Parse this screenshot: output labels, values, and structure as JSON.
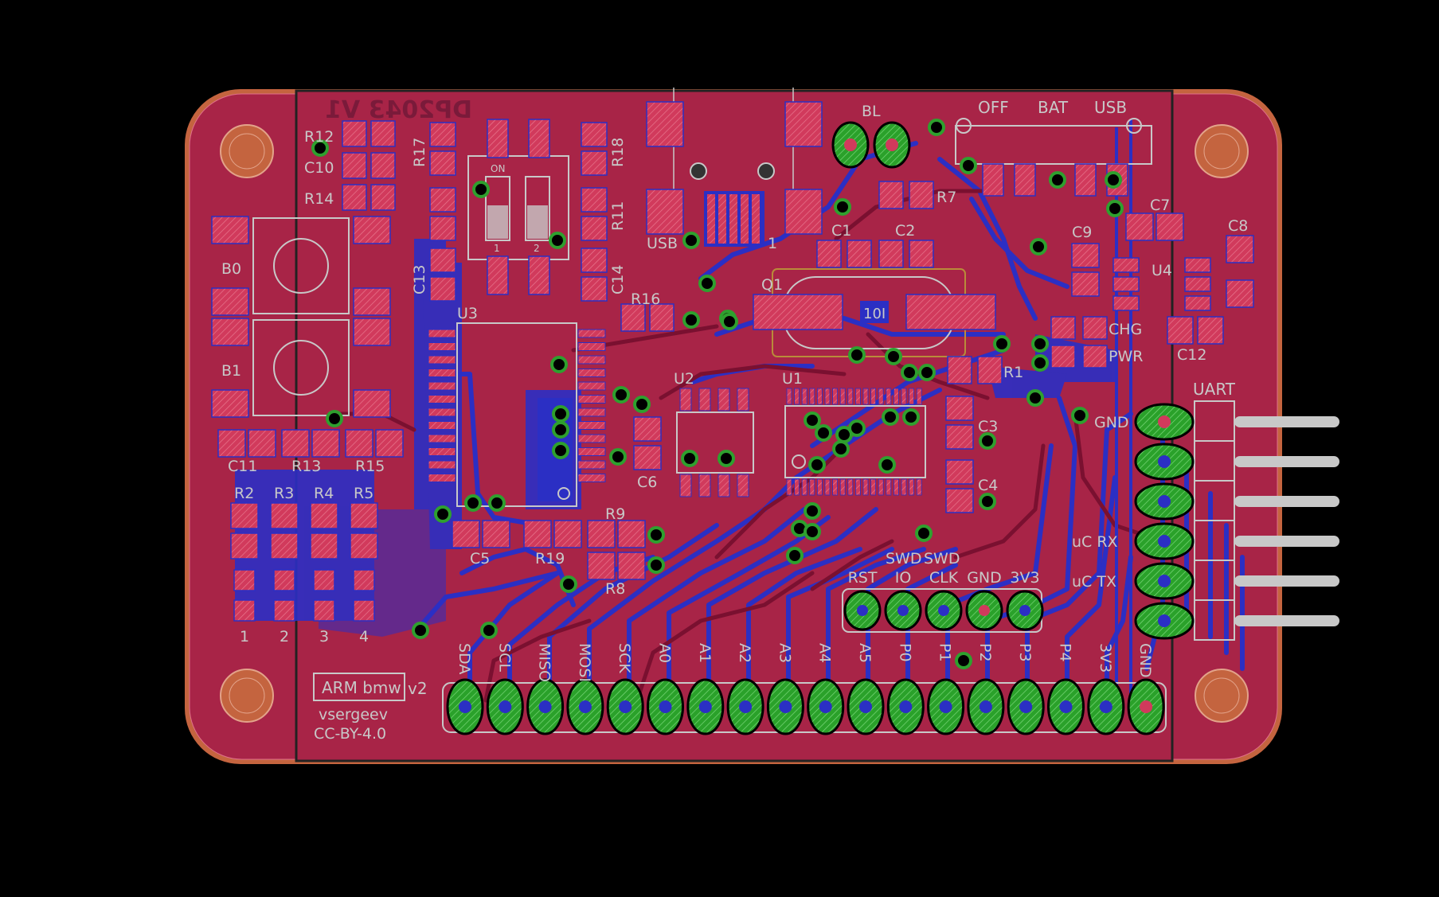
{
  "board": {
    "mirror_text": "DP2043 V1",
    "title_box": "ARM bmw",
    "version": "v2",
    "author": "vsergeev",
    "license": "CC-BY-4.0"
  },
  "switch": {
    "labels": [
      "OFF",
      "BAT",
      "USB"
    ]
  },
  "dip": {
    "on": "ON",
    "n1": "1",
    "n2": "2"
  },
  "components": {
    "R12": "R12",
    "C10": "C10",
    "R14": "R14",
    "R17": "R17",
    "R18": "R18",
    "R11": "R11",
    "C13": "C13",
    "C14": "C14",
    "B0": "B0",
    "B1": "B1",
    "C11": "C11",
    "R13": "R13",
    "R15": "R15",
    "R2": "R2",
    "R3": "R3",
    "R4": "R4",
    "R5": "R5",
    "U3": "U3",
    "R16": "R16",
    "U2": "U2",
    "U1": "U1",
    "Q1": "Q1",
    "C1": "C1",
    "C2": "C2",
    "R7": "R7",
    "BL": "BL",
    "USB": "USB",
    "C9": "C9",
    "C7": "C7",
    "C8": "C8",
    "U4": "U4",
    "CHG": "CHG",
    "PWR": "PWR",
    "C12": "C12",
    "R1": "R1",
    "C3": "C3",
    "C4": "C4",
    "C6": "C6",
    "C5": "C5",
    "R19": "R19",
    "R9": "R9",
    "R8": "R8",
    "one": "1",
    "q1_mark": "10I"
  },
  "led_numbers": [
    "1",
    "2",
    "3",
    "4"
  ],
  "swd": {
    "top": [
      "SWD",
      "SWD"
    ],
    "pins": [
      "RST",
      "IO",
      "CLK",
      "GND",
      "3V3"
    ]
  },
  "uart": {
    "title": "UART",
    "labels": [
      "GND",
      "uC RX",
      "uC TX"
    ]
  },
  "header_pins": [
    "SDA",
    "SCL",
    "MISO",
    "MOSI",
    "SCK",
    "A0",
    "A1",
    "A2",
    "A3",
    "A4",
    "A5",
    "P0",
    "P1",
    "P2",
    "P3",
    "P4",
    "3V3",
    "GND"
  ],
  "colors": {
    "top_copper": "#b3204c",
    "bottom_copper": "#2b2fc4",
    "pad": "#d63a5a",
    "via": "#2ea02e",
    "silk": "#c8c8c8",
    "mount": "#c4643f"
  }
}
